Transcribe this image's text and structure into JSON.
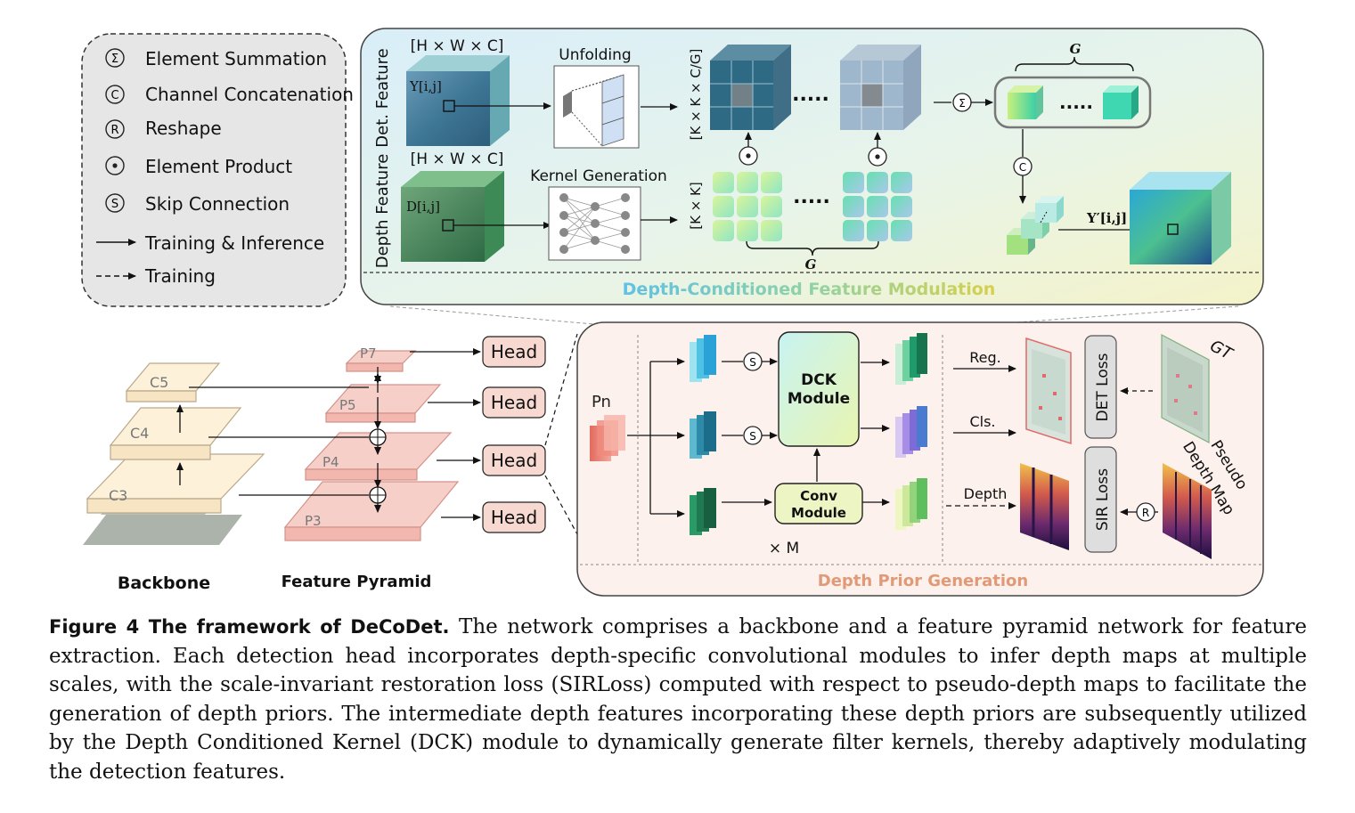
{
  "legend": {
    "items": [
      {
        "symbol": "Σ",
        "label": "Element Summation"
      },
      {
        "symbol": "C",
        "label": "Channel Concatenation"
      },
      {
        "symbol": "R",
        "label": "Reshape"
      },
      {
        "symbol": "⊙",
        "label": "Element Product"
      },
      {
        "symbol": "S",
        "label": "Skip Connection"
      },
      {
        "symbol": "solid-arrow",
        "label": "Training & Inference"
      },
      {
        "symbol": "dashed-arrow",
        "label": "Training"
      }
    ]
  },
  "modulation": {
    "title": "Depth-Conditioned Feature Modulation",
    "det_feature_label": "Det. Feature",
    "depth_feature_label": "Depth Feature",
    "det_dims": "[H × W × C]",
    "depth_dims": "[H × W × C]",
    "y_ij": "Y[i,j]",
    "d_ij": "D[i,j]",
    "unfolding": "Unfolding",
    "kernel_generation": "Kernel Generation",
    "kkcg": "[K × K × C/G]",
    "kk": "[K × K]",
    "ellipsis": ".....",
    "g_label": "G",
    "y_prime": "Y′[i,j]"
  },
  "backbone": {
    "c5": "C5",
    "c4": "C4",
    "c3": "C3",
    "label": "Backbone"
  },
  "pyramid": {
    "p7": "P7",
    "p5": "P5",
    "p4": "P4",
    "p3": "P3",
    "label": "Feature Pyramid",
    "head": "Head"
  },
  "depth_prior": {
    "title": "Depth Prior Generation",
    "pn": "Pn",
    "dck_line1": "DCK",
    "dck_line2": "Module",
    "conv_line1": "Conv",
    "conv_line2": "Module",
    "times_m": "× M",
    "reg": "Reg.",
    "cls": "Cls.",
    "depth": "Depth",
    "det_loss": "DET Loss",
    "sir_loss": "SIR Loss",
    "gt": "GT",
    "pseudo_line1": "Pseudo",
    "pseudo_line2": "Depth Map",
    "skip": "S",
    "reshape": "R"
  },
  "caption": {
    "lead": "Figure 4  The framework of DeCoDet.",
    "text": " The network comprises a backbone and a feature pyramid network for feature extraction. Each detection head incorporates depth-specific convolutional modules to infer depth maps at multiple scales, with the scale-invariant restoration loss (SIRLoss) computed with respect to pseudo-depth maps to facilitate the generation of depth priors. The intermediate depth features incorporating these depth priors are subsequently utilized by the Depth Conditioned Kernel (DCK) module to dynamically generate filter kernels, thereby adaptively modulating the detection features."
  }
}
